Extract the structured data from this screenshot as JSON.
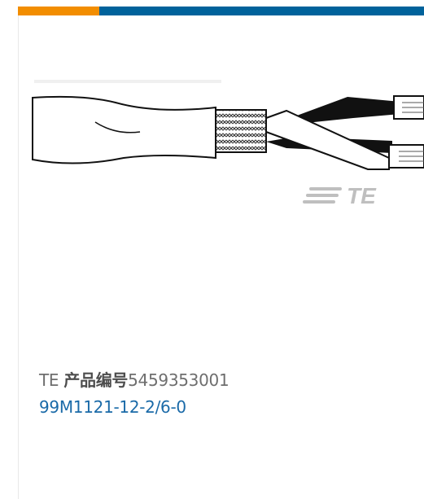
{
  "colors": {
    "accent_orange": "#F28D00",
    "brand_blue": "#00629B",
    "link_blue": "#1A6AA8",
    "label_gray": "#6E6E6E"
  },
  "product": {
    "image_icon": "shielded-twisted-pair-cable-drawing",
    "logo_text": "TE",
    "label_prefix": "TE ",
    "label_cn": "产品编号",
    "part_number": "5459353001",
    "link_text": "99M1121-12-2/6-0"
  }
}
